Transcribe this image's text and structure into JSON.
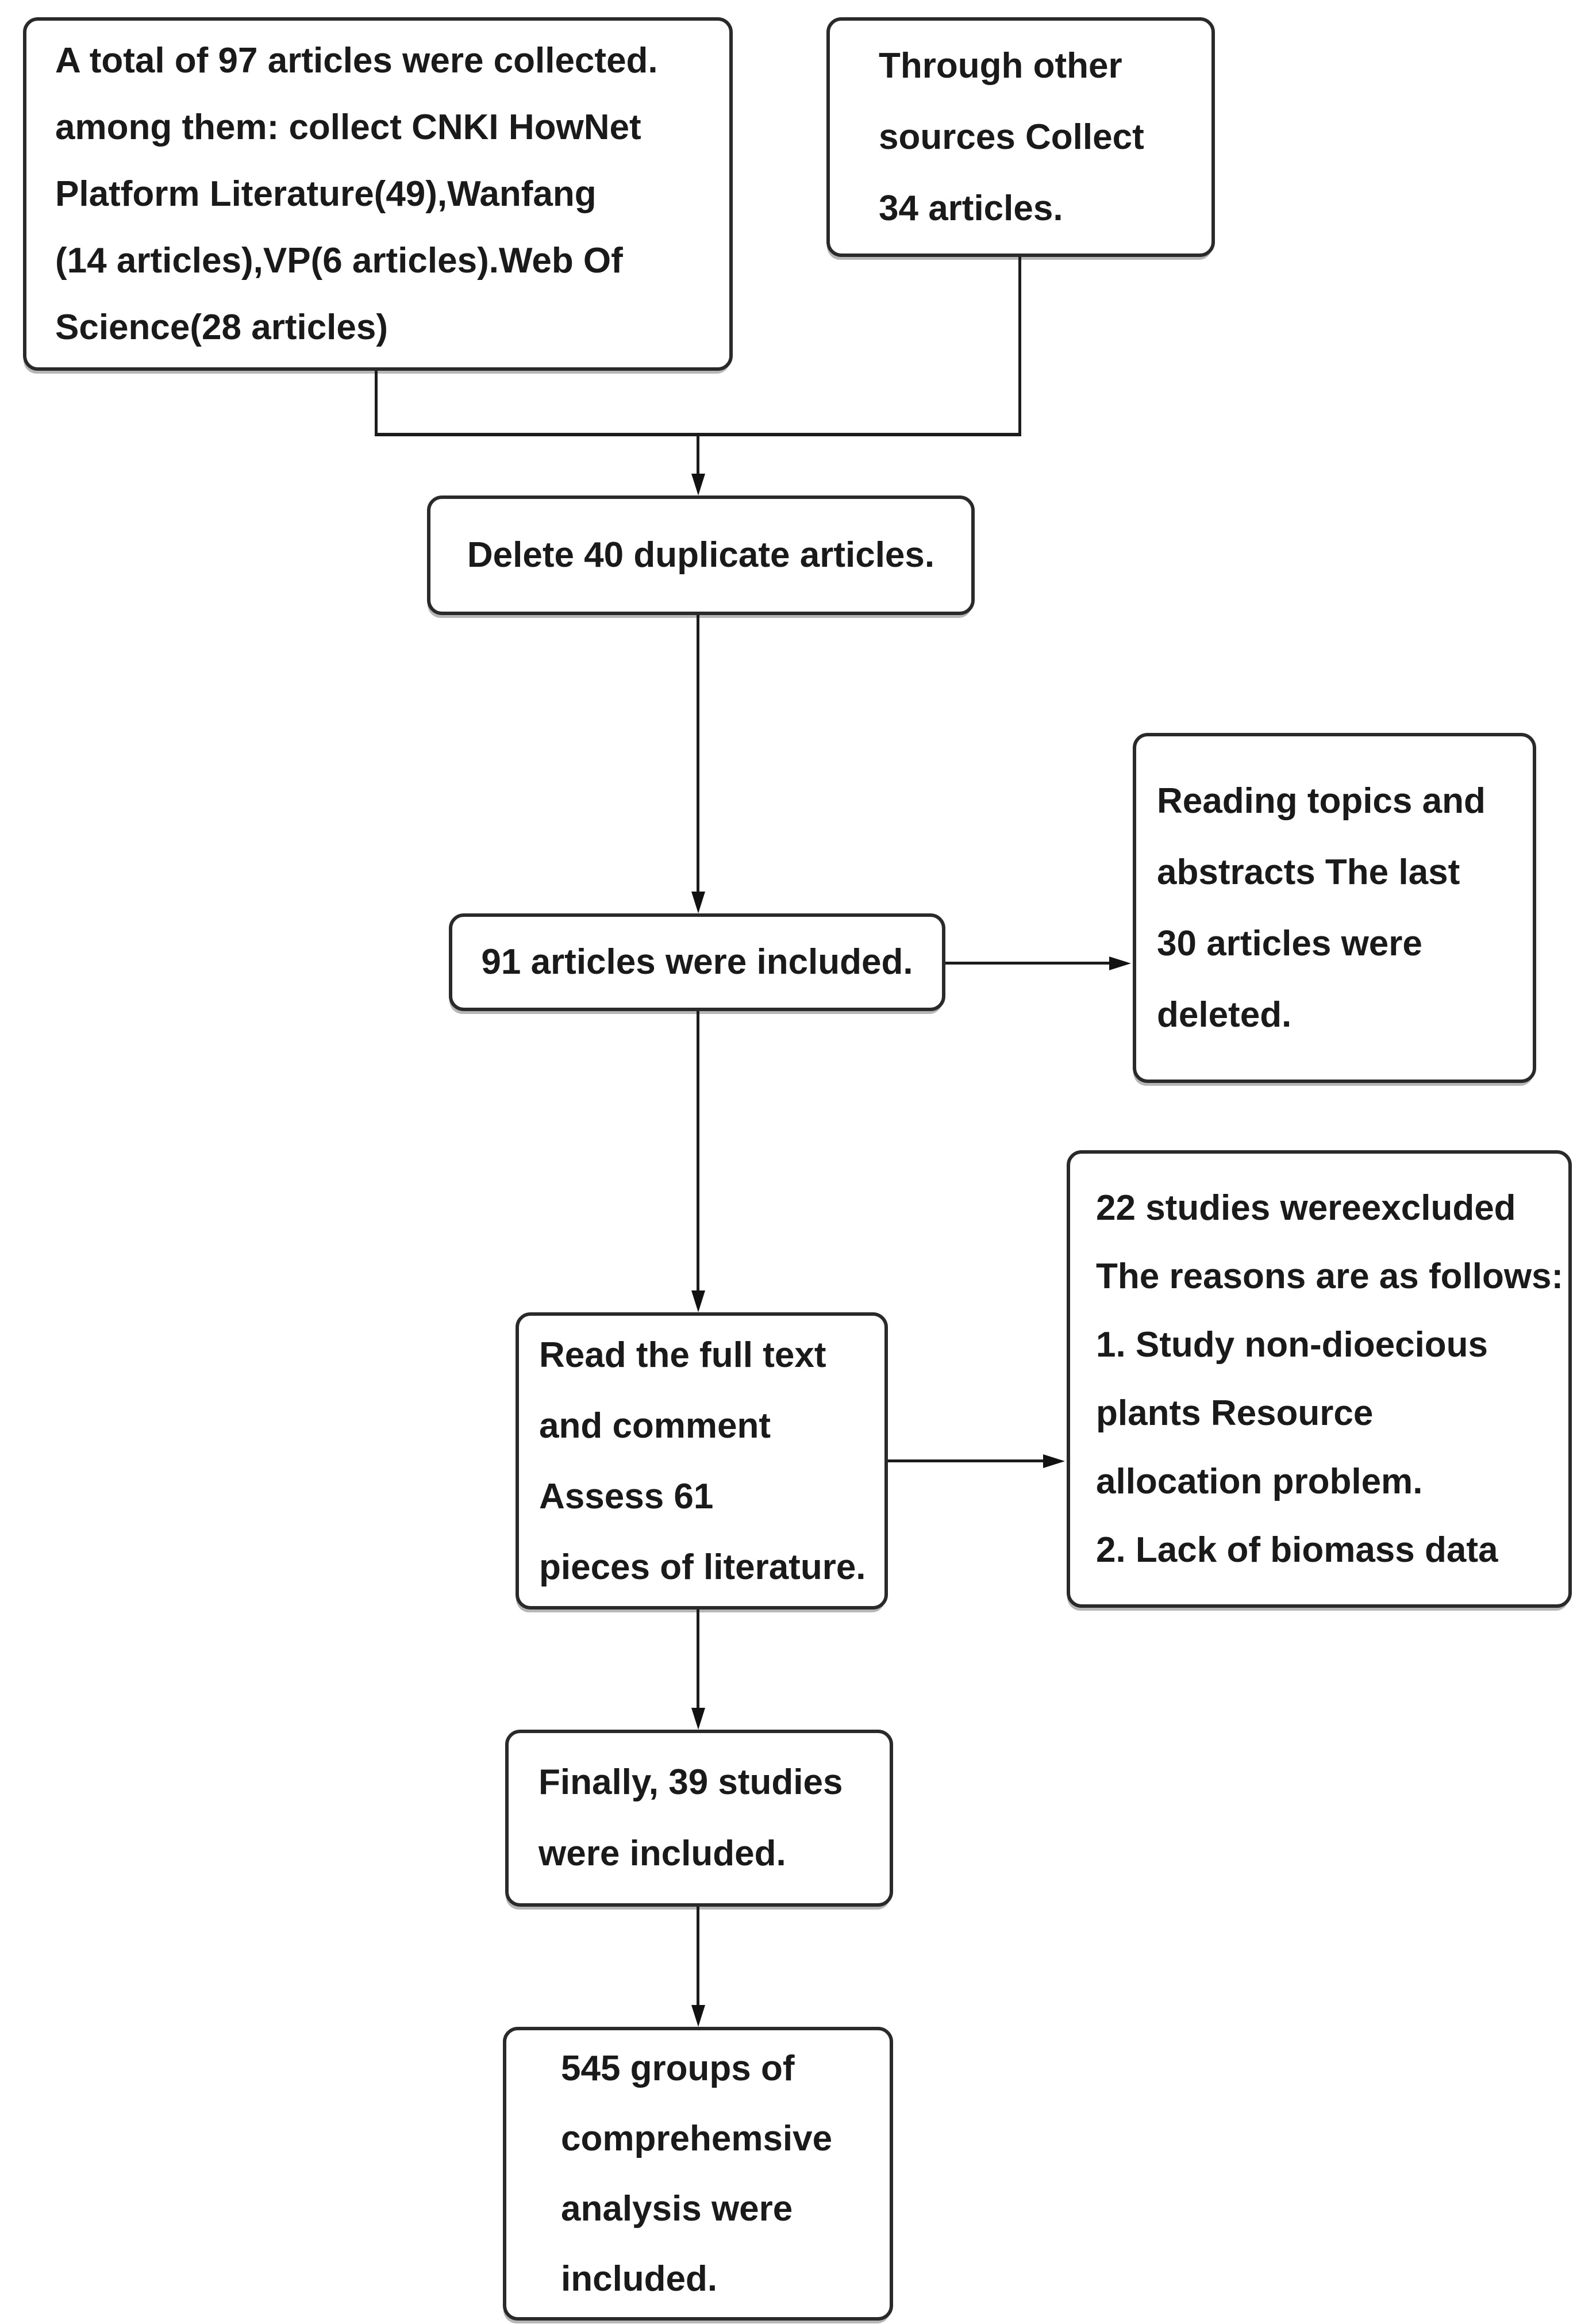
{
  "diagram": {
    "type": "flowchart",
    "background_color": "#ffffff",
    "box_border_color": "#2a2a2a",
    "line_color": "#1c1c1c",
    "text_color": "#1a1a1a",
    "boxes": {
      "collected": {
        "lines": [
          "A total of 97 articles were collected.",
          "among them: collect CNKI HowNet",
          "Platform Literature(49),Wanfang",
          "(14 articles),VP(6 articles).Web Of",
          "Science(28 articles)"
        ]
      },
      "other_sources": {
        "lines": [
          "Through other",
          "sources Collect",
          "34 articles."
        ]
      },
      "delete_duplicates": {
        "lines": [
          "Delete 40 duplicate articles."
        ]
      },
      "included_91": {
        "lines": [
          "91 articles were included."
        ]
      },
      "abstract_excluded": {
        "lines": [
          "Reading topics and",
          "abstracts The last",
          "30 articles were",
          "deleted."
        ]
      },
      "full_text_assess": {
        "lines": [
          "Read the full text",
          "and comment",
          "Assess 61",
          "pieces of literature."
        ]
      },
      "full_text_excluded": {
        "lines": [
          "22 studies wereexcluded",
          "The reasons are as follows:",
          "1. Study non-dioecious",
          "plants Resource",
          "allocation problem.",
          "2. Lack of biomass data"
        ]
      },
      "final_included": {
        "lines": [
          "Finally, 39 studies",
          "were included."
        ]
      },
      "analysis_groups": {
        "lines": [
          "545 groups of",
          "comprehemsive",
          "analysis were",
          "included."
        ]
      }
    }
  }
}
